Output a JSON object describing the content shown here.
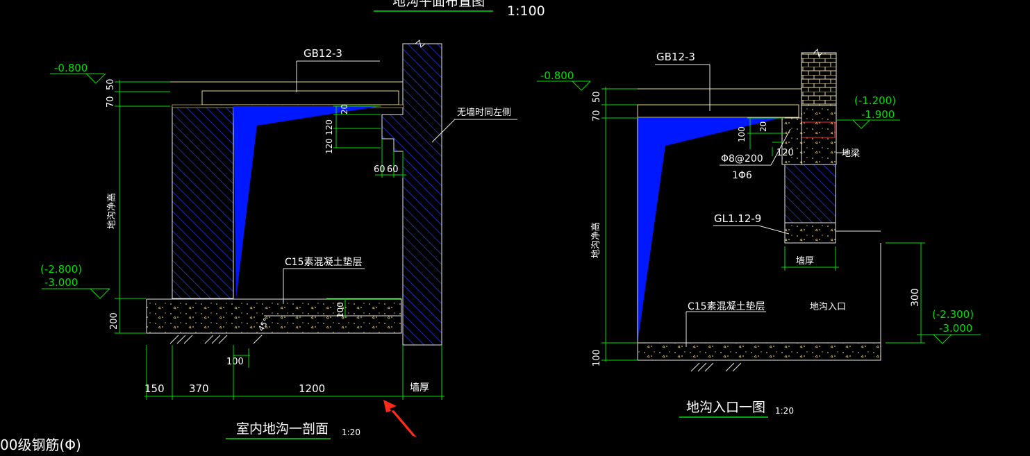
{
  "top_title": {
    "text": "地沟平面布置图",
    "scale": "1:100"
  },
  "left_section": {
    "title": "室内地沟一剖面",
    "scale": "1:20",
    "cover_label": "GB12-3",
    "elev_top": "-0.800",
    "elev_bottom_a": "(-2.800)",
    "elev_bottom_b": "-3.000",
    "vertical_label": "地沟净高",
    "note_wall": "无墙时同左侧",
    "pad_label": "C15素混凝土垫层",
    "dims_left": [
      "50",
      "70",
      "200"
    ],
    "dims_notch": [
      "20",
      "120",
      "120"
    ],
    "dims_small": [
      "60",
      "60"
    ],
    "dim_100_a": "100",
    "dim_100_b": "100",
    "slope_label": "45°",
    "bottom_dims": [
      "150",
      "370",
      "1200",
      "墙厚"
    ]
  },
  "right_section": {
    "title": "地沟入口一图",
    "scale": "1:20",
    "cover_label": "GB12-3",
    "elev_top": "-0.800",
    "elev_right_a": "(-1.200)",
    "elev_right_b": "-1.900",
    "elev_low_a": "(-2.300)",
    "elev_low_b": "-3.000",
    "vertical_label": "地沟净高",
    "dims_left": [
      "50",
      "70",
      "100"
    ],
    "dim_20": "20",
    "dim_100": "100",
    "dim_120": "120",
    "rebar_a": "Φ8@200",
    "rebar_b": "1Φ6",
    "beam_label": "地梁",
    "lintel_label": "GL1.12-9",
    "wall_label": "墙厚",
    "pad_label": "C15素混凝土垫层",
    "entrance_label": "地沟入口",
    "dim_300": "300"
  },
  "footer_note": "00级钢筋(Φ)"
}
